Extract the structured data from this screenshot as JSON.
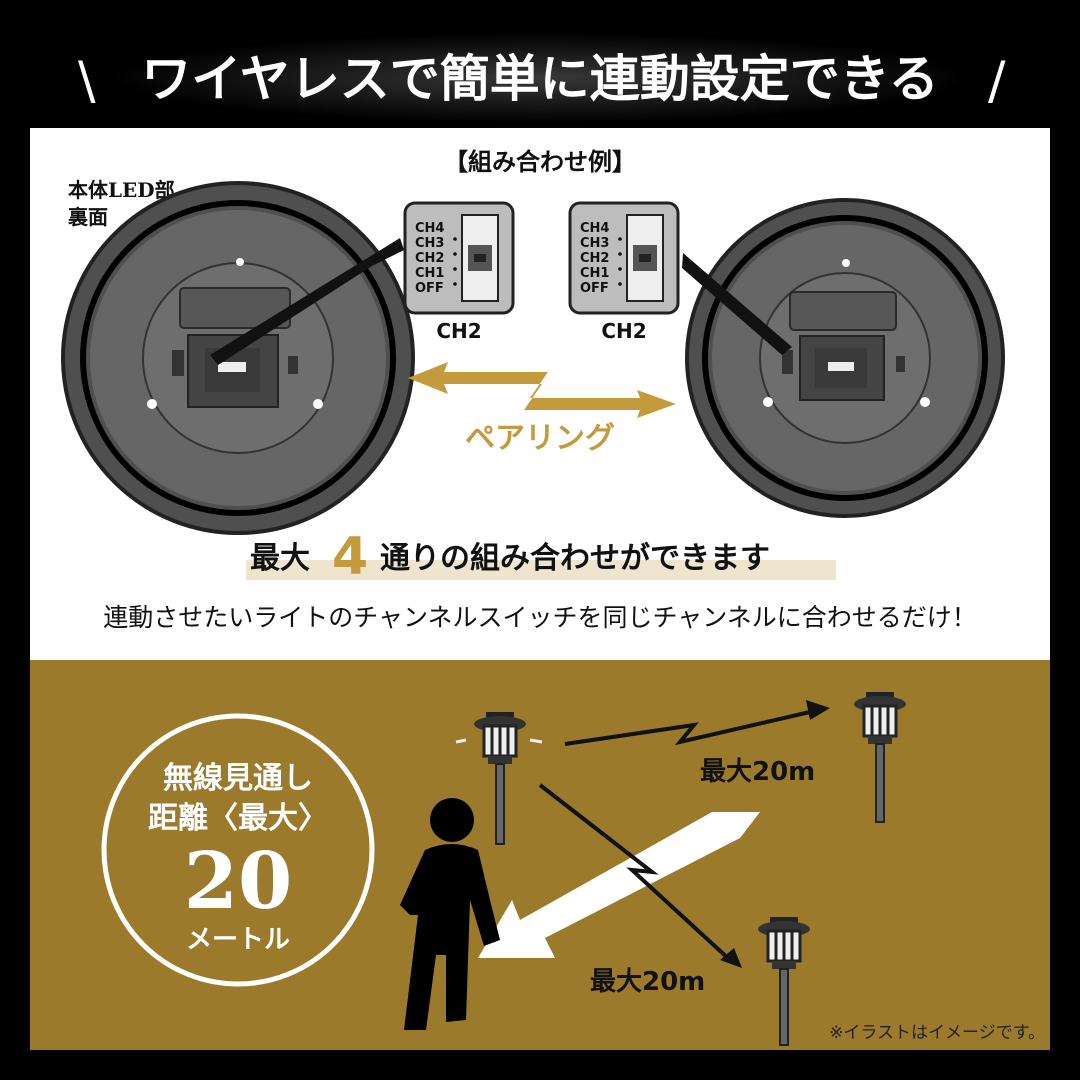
{
  "header": {
    "title": "ワイヤレスで簡単に連動設定できる",
    "slash_left": "\\",
    "slash_right": "/"
  },
  "diagram": {
    "example_label": "【組み合わせ例】",
    "back_label_line1": "本体LED部",
    "back_label_line2": "裏面",
    "switch_left": {
      "positions": [
        "CH4",
        "CH3",
        "CH2",
        "CH1",
        "OFF"
      ],
      "caption": "CH2"
    },
    "switch_right": {
      "positions": [
        "CH4",
        "CH3",
        "CH2",
        "CH1",
        "OFF"
      ],
      "caption": "CH2"
    },
    "pairing_label": "ペアリング",
    "combo_prefix": "最大",
    "combo_number": "4",
    "combo_suffix": "通りの組み合わせができます",
    "instruction": "連動させたいライトのチャンネルスイッチを同じチャンネルに合わせるだけ！"
  },
  "range": {
    "badge_line1": "無線見通し",
    "badge_line2": "距離〈最大〉",
    "badge_number": "20",
    "badge_unit": "メートル",
    "distance_label_top": "最大20m",
    "distance_label_bottom": "最大20m",
    "footnote": "※イラストはイメージです。"
  },
  "colors": {
    "background": "#000000",
    "panel": "#ffffff",
    "gold": "#9c7a2c",
    "gold_text": "#c39a3c",
    "device": "#5a5a5a"
  }
}
